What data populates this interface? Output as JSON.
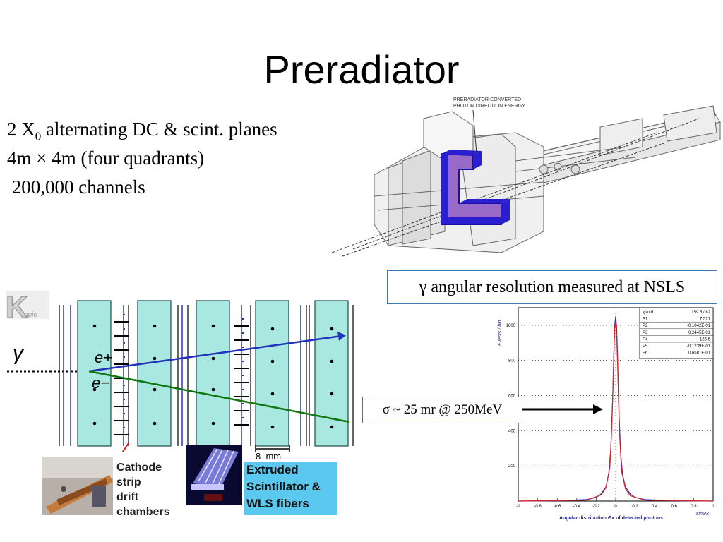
{
  "slide": {
    "title": "Preradiator",
    "bullets": {
      "line1_prefix": "2 X",
      "line1_subscript": "0",
      "line1_suffix": " alternating DC & scint. planes",
      "line2": "4m × 4m (four quadrants)",
      "line3": " 200,000 channels"
    }
  },
  "detector_drawing": {
    "annotation": "PRERADIATOR-CONVERTED\nPHOTON DIRECTION ENERGY"
  },
  "schematic": {
    "logo_text": "K",
    "logo_subtext": "opio",
    "gamma_symbol": "γ",
    "electron_plus": "e+",
    "electron_minus": "e−",
    "scale_label": "8  mm",
    "cathode_label": "Cathode\nstrip\ndrift\nchambers",
    "extruded_label": "Extruded\nScintillator &\nWLS fibers"
  },
  "resolution_plot": {
    "heading": "γ angular resolution measured at NSLS",
    "sigma_label": "σ ~ 25 mr @ 250MeV",
    "ylabel": "Events / bin",
    "xlabel": "Angular distribution Θx of detected photons",
    "xlabel_right": "sinΘx",
    "stats": [
      {
        "name": "χ²/ndf",
        "value": "159.5  /  82"
      },
      {
        "name": "P1",
        "value": "7.521"
      },
      {
        "name": "P2",
        "value": "-0.1042E-01"
      },
      {
        "name": "P3",
        "value": "0.2445E-01"
      },
      {
        "name": "P4",
        "value": "166.6"
      },
      {
        "name": "P5",
        "value": "-0.1239E-01"
      },
      {
        "name": "P6",
        "value": "0.6581E-01"
      }
    ]
  },
  "chart_data": {
    "type": "line",
    "title": "",
    "xlabel": "Angular distribution Θx of detected photons",
    "ylabel": "Events / bin",
    "xlim": [
      -1,
      1
    ],
    "ylim": [
      0,
      1100
    ],
    "x_ticks": [
      "-1",
      "-0.8",
      "-0.6",
      "-0.4",
      "-0.2",
      "0",
      "0.2",
      "0.4",
      "0.6",
      "0.8",
      "1"
    ],
    "y_ticks": [
      "200",
      "400",
      "600",
      "800",
      "1000"
    ],
    "series": [
      {
        "x": [
          -1,
          -0.6,
          -0.3,
          -0.2,
          -0.15,
          -0.1,
          -0.07,
          -0.05,
          -0.03,
          -0.02,
          -0.01,
          0,
          0.01,
          0.02,
          0.03,
          0.05,
          0.07,
          0.1,
          0.15,
          0.2,
          0.3,
          0.6,
          1
        ],
        "y": [
          0,
          2,
          8,
          20,
          40,
          80,
          160,
          300,
          600,
          820,
          1000,
          1050,
          980,
          800,
          560,
          280,
          150,
          80,
          40,
          20,
          8,
          2,
          0
        ],
        "color": "#2222cc"
      },
      {
        "x": [
          -1,
          -0.3,
          -0.15,
          -0.1,
          -0.06,
          -0.04,
          -0.02,
          -0.01,
          0,
          0.01,
          0.02,
          0.04,
          0.06,
          0.1,
          0.15,
          0.3,
          1
        ],
        "y": [
          0,
          5,
          35,
          75,
          190,
          420,
          790,
          980,
          1020,
          940,
          760,
          380,
          170,
          70,
          30,
          5,
          0
        ],
        "color": "#dd2222"
      }
    ]
  },
  "colors": {
    "box_border": "#3a78b8",
    "plane_fill": "#a8e8e0",
    "positron_track": "#2233bb",
    "electron_track": "#117711",
    "extruded_bg": "#5bc8f0",
    "magnet": "#2a1fd0"
  }
}
